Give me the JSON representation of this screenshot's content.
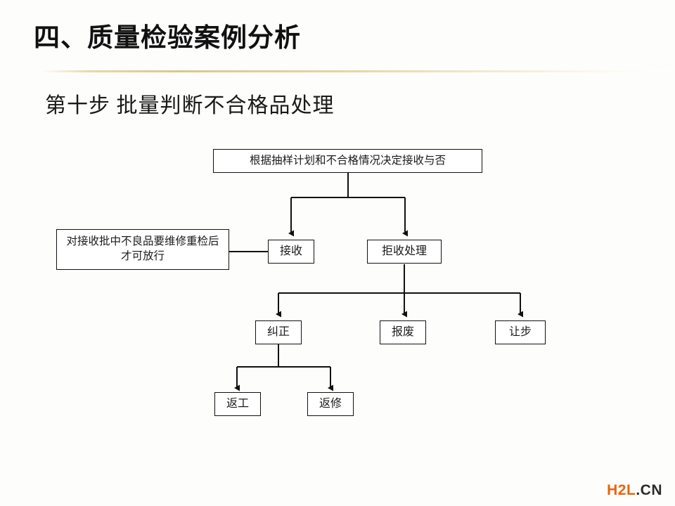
{
  "slide": {
    "title": "四、质量检验案例分析",
    "subtitle": "第十步  批量判断不合格品处理",
    "background_color": "#fdfdfc",
    "divider_color": "#d9c88c"
  },
  "flowchart": {
    "nodes": {
      "decision": "根据抽样计划和不合格情况决定接收与否",
      "note_accept": "对接收批中不良品要维修重检后才可放行",
      "accept": "接收",
      "reject": "拒收处理",
      "correct": "纠正",
      "scrap": "报废",
      "concession": "让步",
      "rework": "返工",
      "repair": "返修"
    },
    "edges": [
      {
        "from": "decision",
        "to": "accept",
        "arrow": true
      },
      {
        "from": "decision",
        "to": "reject",
        "arrow": true
      },
      {
        "from": "note_accept",
        "to": "accept",
        "arrow": false
      },
      {
        "from": "reject",
        "to": "correct",
        "arrow": true
      },
      {
        "from": "reject",
        "to": "scrap",
        "arrow": true
      },
      {
        "from": "reject",
        "to": "concession",
        "arrow": true
      },
      {
        "from": "correct",
        "to": "rework",
        "arrow": true
      },
      {
        "from": "correct",
        "to": "repair",
        "arrow": true
      }
    ],
    "line_color": "#111111"
  },
  "watermark": {
    "brand": "H2L",
    "tld": ".CN",
    "brand_color": "#e8640c",
    "tld_color": "#2b2b2b"
  }
}
